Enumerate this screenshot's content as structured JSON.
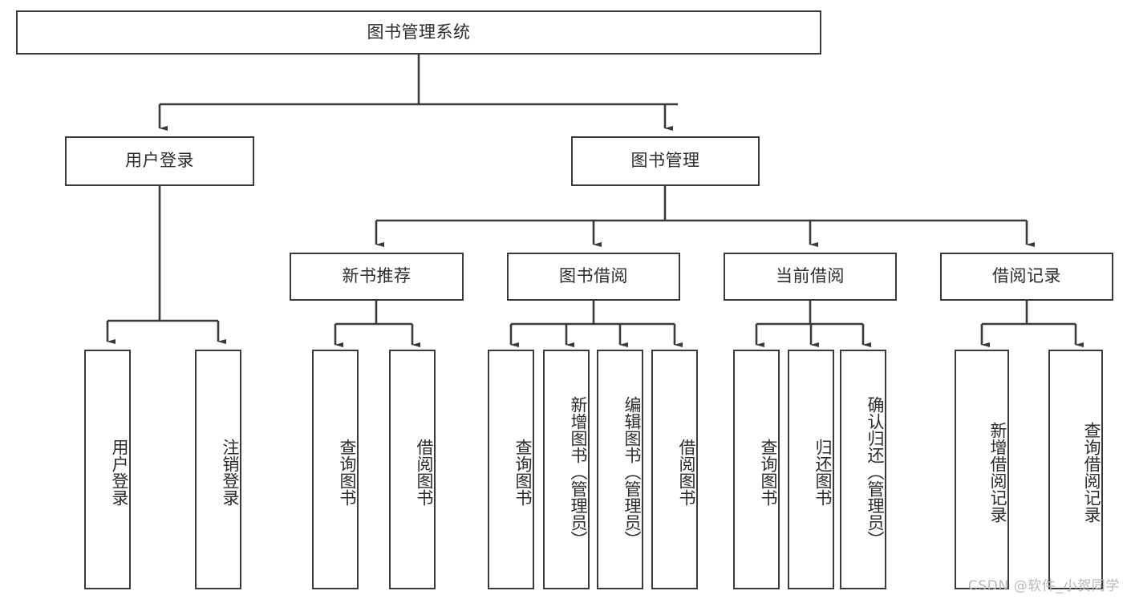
{
  "diagram": {
    "title": "图书管理系统",
    "type": "tree-hierarchy",
    "stroke_color": "#3a3a3a",
    "background_color": "#ffffff",
    "text_color": "#2b2b2b"
  },
  "root": {
    "label": "图书管理系统"
  },
  "level2": [
    {
      "label": "用户登录"
    },
    {
      "label": "图书管理"
    }
  ],
  "level3": [
    {
      "label": "新书推荐"
    },
    {
      "label": "图书借阅"
    },
    {
      "label": "当前借阅"
    },
    {
      "label": "借阅记录"
    }
  ],
  "leaves": {
    "user_login": [
      {
        "label": "用户登录"
      },
      {
        "label": "注销登录"
      }
    ],
    "new_book_rec": [
      {
        "label": "查询图书"
      },
      {
        "label": "借阅图书"
      }
    ],
    "book_borrow": [
      {
        "label": "查询图书"
      },
      {
        "label": "新增图书（管理员）"
      },
      {
        "label": "编辑图书（管理员）"
      },
      {
        "label": "借阅图书"
      }
    ],
    "current_borrow": [
      {
        "label": "查询图书"
      },
      {
        "label": "归还图书"
      },
      {
        "label": "确认归还（管理员）"
      }
    ],
    "borrow_record": [
      {
        "label": "新增借阅记录"
      },
      {
        "label": "查询借阅记录"
      }
    ]
  },
  "watermark": {
    "text": "CSDN @软件_小贺同学"
  }
}
